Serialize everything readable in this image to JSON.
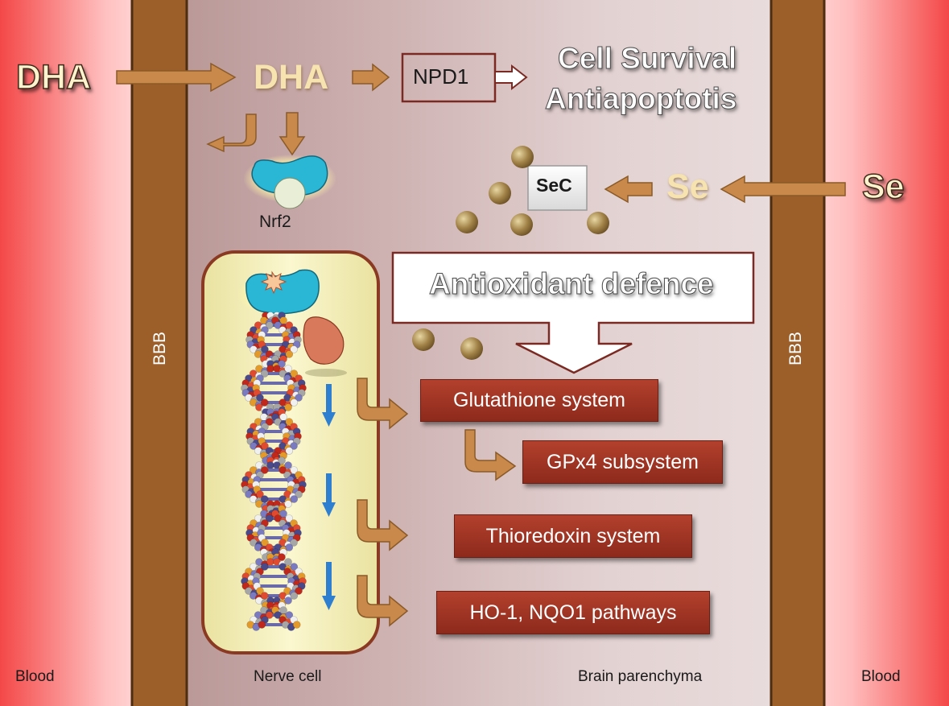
{
  "dha_outer": "DHA",
  "dha_inner": "DHA",
  "npd1": "NPD1",
  "cell_survival": "Cell Survival",
  "antiapoptotis": "Antiapoptotis",
  "nrf2": "Nrf2",
  "sec": "SeC",
  "se_outer": "Se",
  "se_inner": "Se",
  "antioxidant_defence": "Antioxidant defence",
  "bbb_left": "BBB",
  "bbb_right": "BBB",
  "systems": {
    "glutathione": "Glutathione system",
    "gpx4": "GPx4 subsystem",
    "thioredoxin": "Thioredoxin system",
    "ho1": "HO-1, NQO1 pathways"
  },
  "regions": {
    "blood_left": "Blood",
    "nerve_cell": "Nerve cell",
    "brain_parenchyma": "Brain parenchyma",
    "blood_right": "Blood"
  },
  "colors": {
    "arrow": "#c8894a",
    "membrane": "#9c5f2a",
    "blood": "#f24a4a",
    "system_box": "#a3351f"
  }
}
